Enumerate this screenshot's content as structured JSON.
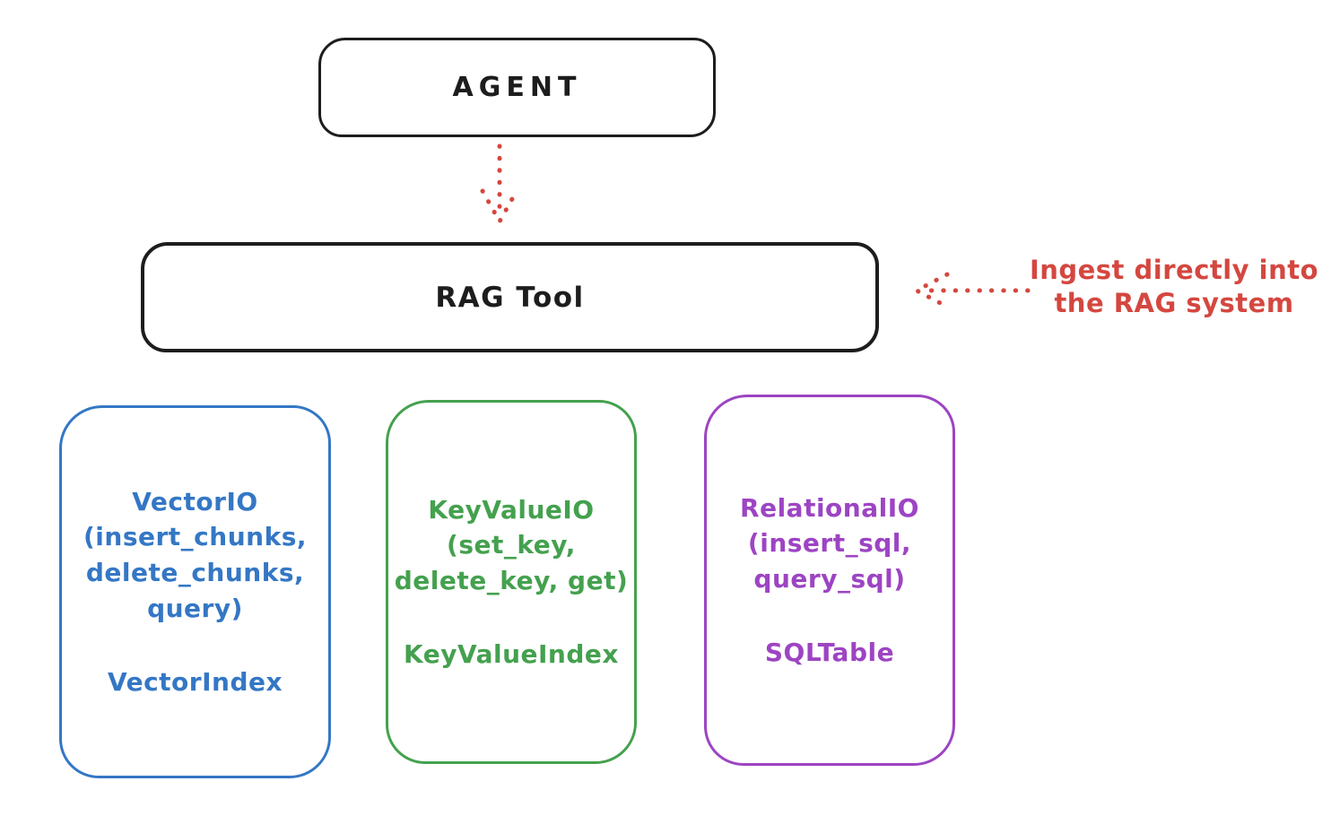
{
  "colors": {
    "ink": "#1d1d1d",
    "red": "#d4473f",
    "blue": "#3477c5",
    "green": "#44a14e",
    "purple": "#9d44c3",
    "background": "#ffffff"
  },
  "agent": {
    "label": "AGENT"
  },
  "rag_tool": {
    "label": "RAG Tool"
  },
  "annotation": {
    "lines": [
      "Ingest directly into",
      "the RAG system"
    ]
  },
  "arrows": [
    {
      "name": "agent-to-rag-arrow",
      "style": "dotted",
      "direction": "down"
    },
    {
      "name": "ingest-arrow",
      "style": "dotted",
      "direction": "left"
    }
  ],
  "backends": [
    {
      "title_lines": [
        "VectorIO",
        "(insert_chunks,",
        "delete_chunks,",
        "query)"
      ],
      "index_label": "VectorIndex"
    },
    {
      "title_lines": [
        "KeyValueIO",
        "(set_key,",
        "delete_key, get)"
      ],
      "index_label": "KeyValueIndex"
    },
    {
      "title_lines": [
        "RelationalIO",
        "(insert_sql,",
        "query_sql)"
      ],
      "index_label": "SQLTable"
    }
  ]
}
